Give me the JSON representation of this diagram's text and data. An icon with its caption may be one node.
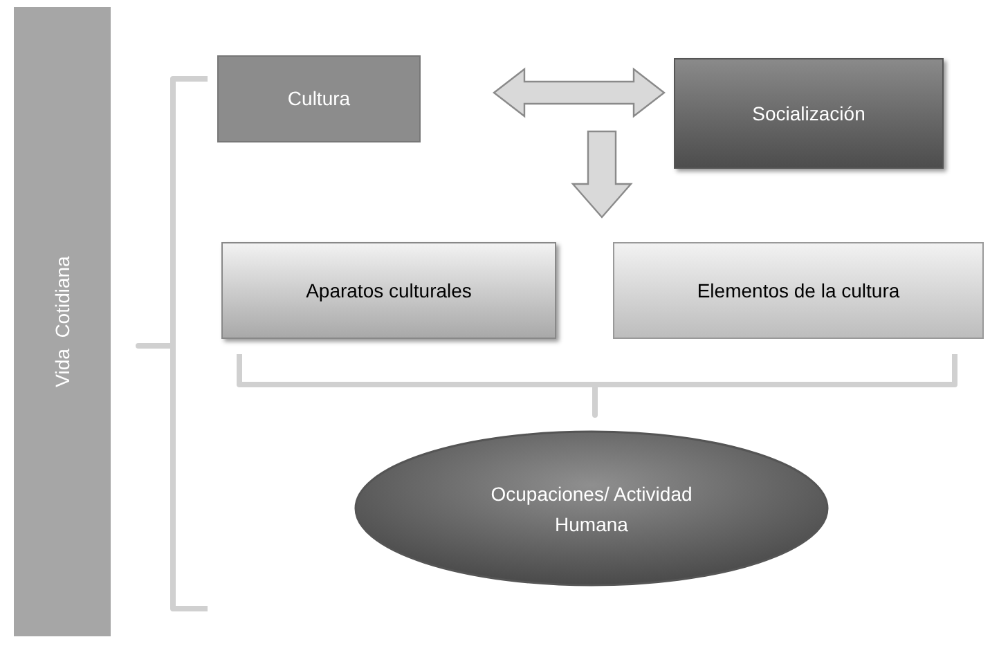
{
  "diagram": {
    "nodes": [
      {
        "text": [
          "Vida  Cotidiana"
        ]
      },
      {
        "text": [
          "Cultura"
        ]
      },
      {
        "text": [
          "Socialización"
        ]
      },
      {
        "text": [
          "Aparatos culturales"
        ]
      },
      {
        "text": [
          "Elementos de la cultura"
        ]
      },
      {
        "text": [
          "Ocupaciones/ Actividad Humana"
        ]
      }
    ],
    "edges": [
      {
        "from": 1,
        "to": 2,
        "arrow": "both"
      }
    ]
  }
}
